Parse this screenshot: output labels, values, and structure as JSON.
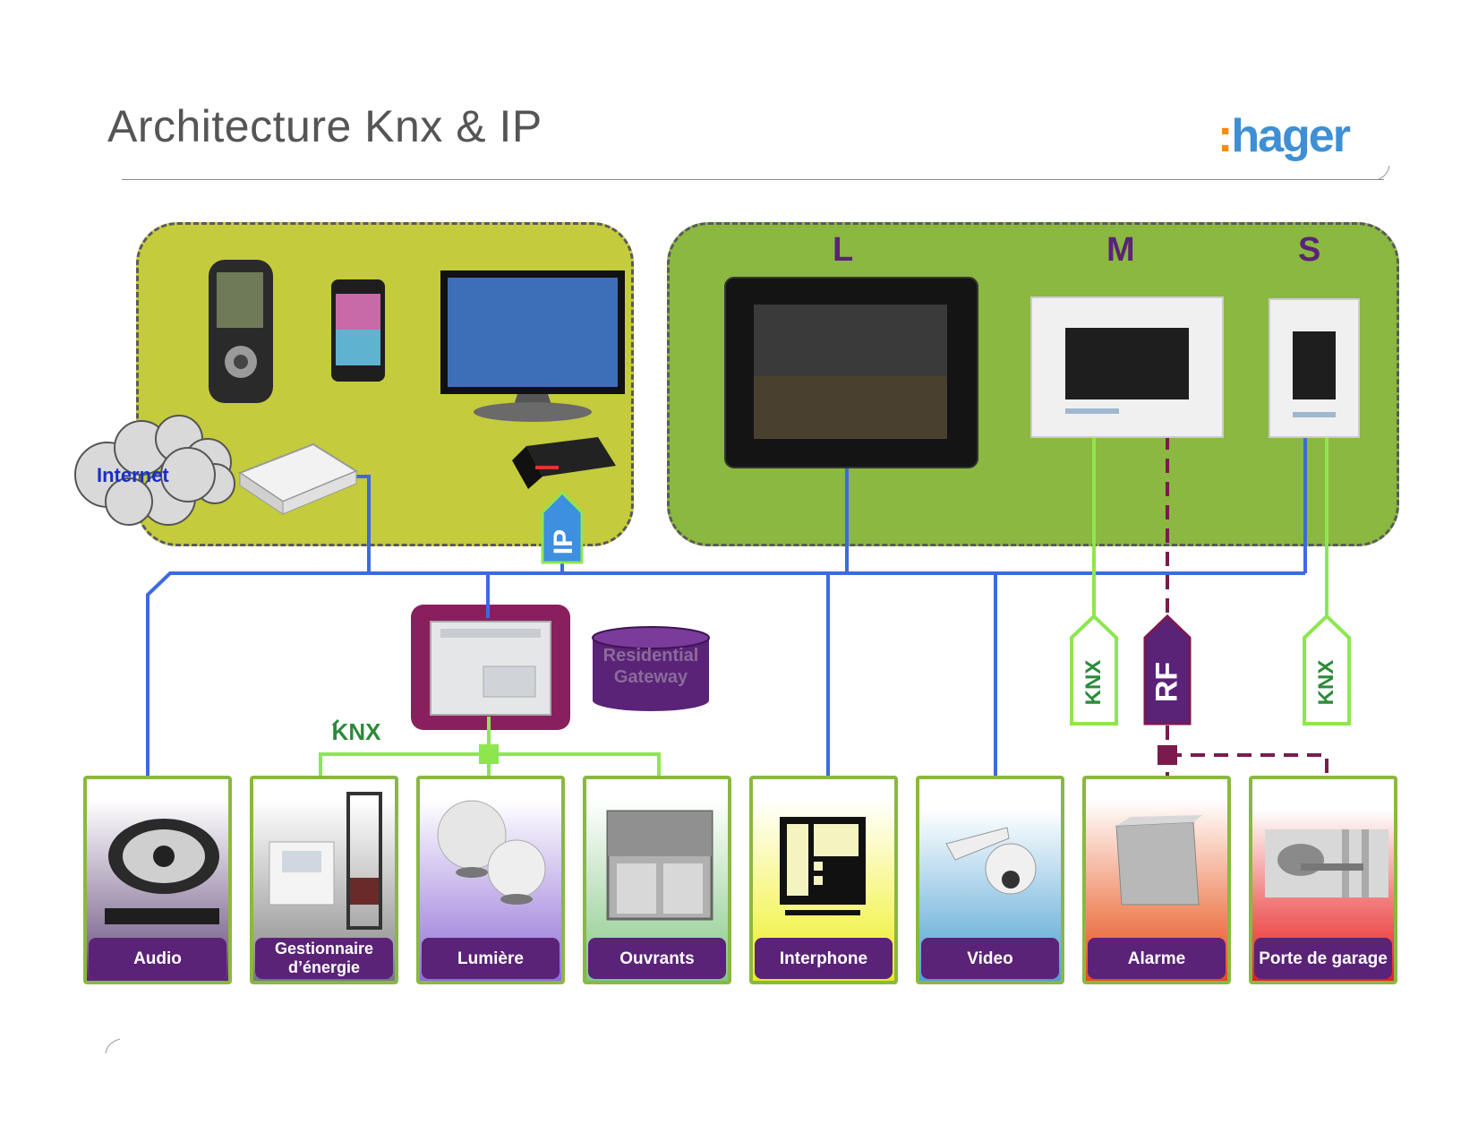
{
  "title": "Architecture Knx & IP",
  "logo": {
    "colon": ":",
    "text": "hager"
  },
  "zones": {
    "internet_label": "Internet",
    "sizes": [
      "L",
      "M",
      "S"
    ]
  },
  "gateway": {
    "line1": "Residential",
    "line2": "Gateway"
  },
  "tags": {
    "ip": "IP",
    "rf": "RF",
    "knx": "KNX"
  },
  "cards": [
    {
      "label": "Audio"
    },
    {
      "label": "Gestionnaire d’énergie"
    },
    {
      "label": "Lumière"
    },
    {
      "label": "Ouvrants"
    },
    {
      "label": "Interphone"
    },
    {
      "label": "Video"
    },
    {
      "label": "Alarme"
    },
    {
      "label": "Porte de garage"
    }
  ],
  "colors": {
    "ip_bus": "#3d6ae0",
    "knx_bus": "#8ee64f",
    "rf_link": "#7a1a4e",
    "card_label_bg": "#5a2377",
    "card_border": "#8ab840"
  }
}
